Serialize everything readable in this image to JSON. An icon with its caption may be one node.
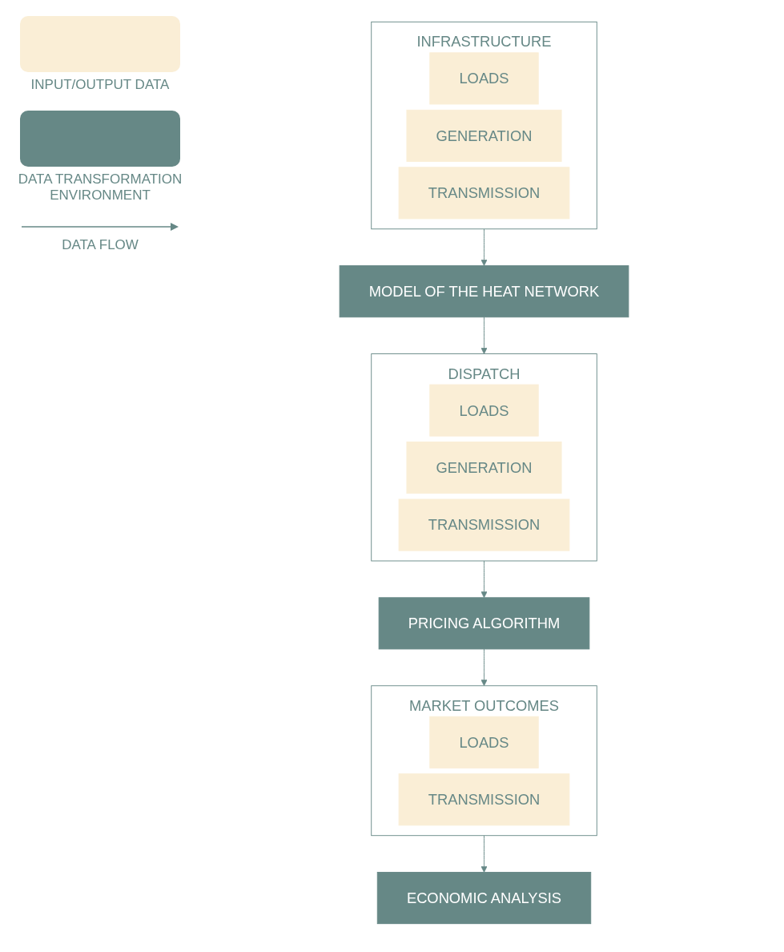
{
  "diagram": {
    "nodes": [
      {
        "text": [
          "INFRASTRUCTURE"
        ]
      },
      {
        "text": [
          "LOADS"
        ],
        "in": 0
      },
      {
        "text": [
          "GENERATION"
        ],
        "in": 0
      },
      {
        "text": [
          "TRANSMISSION"
        ],
        "in": 0
      },
      {
        "text": [
          "MODEL OF THE HEAT NETWORK"
        ]
      },
      {
        "text": [
          "DISPATCH"
        ]
      },
      {
        "text": [
          "LOADS"
        ],
        "in": 5
      },
      {
        "text": [
          "GENERATION"
        ],
        "in": 5
      },
      {
        "text": [
          "TRANSMISSION"
        ],
        "in": 5
      },
      {
        "text": [
          "PRICING ALGORITHM"
        ]
      },
      {
        "text": [
          "MARKET OUTCOMES"
        ]
      },
      {
        "text": [
          "LOADS"
        ],
        "in": 10
      },
      {
        "text": [
          "TRANSMISSION"
        ],
        "in": 10
      },
      {
        "text": [
          "ECONOMIC ANALYSIS"
        ]
      }
    ],
    "edges": [
      {
        "from": 0,
        "to": 4,
        "arrow": "to"
      },
      {
        "from": 4,
        "to": 5,
        "arrow": "to"
      },
      {
        "from": 5,
        "to": 9,
        "arrow": "to"
      },
      {
        "from": 9,
        "to": 10,
        "arrow": "to"
      },
      {
        "from": 10,
        "to": 13,
        "arrow": "to"
      }
    ],
    "legend": [
      {
        "text": "INPUT/OUTPUT DATA",
        "color": "#faeed6"
      },
      {
        "text": "DATA TRANSFORMATION ENVIRONMENT",
        "color": "#668886"
      },
      {
        "text": "DATA FLOW"
      }
    ]
  }
}
